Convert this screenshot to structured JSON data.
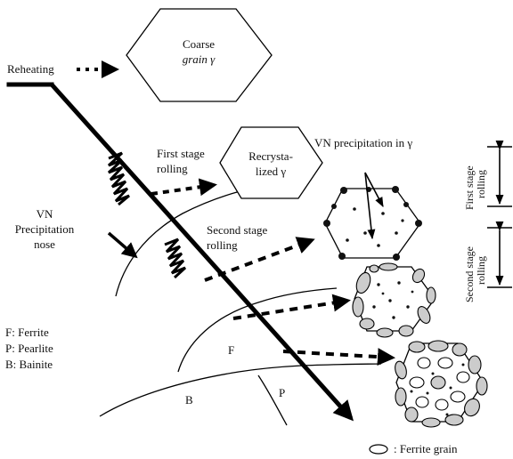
{
  "labels": {
    "reheating": "Reheating",
    "coarse_grain_1": "Coarse",
    "coarse_grain_2": "grain γ",
    "vn_precip_in_gamma": "VN precipitation in γ",
    "first_stage_1": "First stage",
    "first_stage_2": "rolling",
    "recryst_1": "Recrysta-",
    "recryst_2": "lized γ",
    "vn_nose_1": "VN",
    "vn_nose_2": "Precipitation",
    "vn_nose_3": "nose",
    "second_stage_1": "Second stage",
    "second_stage_2": "rolling",
    "side_first_stage_1": "First stage",
    "side_first_stage_2": "rolling",
    "side_second_stage_1": "Second stage",
    "side_second_stage_2": "rolling",
    "legend_f": "F: Ferrite",
    "legend_p": "P: Pearlite",
    "legend_b": "B: Bainite",
    "region_f": "F",
    "region_b": "B",
    "region_p": "P",
    "ferrite_grain": ": Ferrite grain"
  }
}
